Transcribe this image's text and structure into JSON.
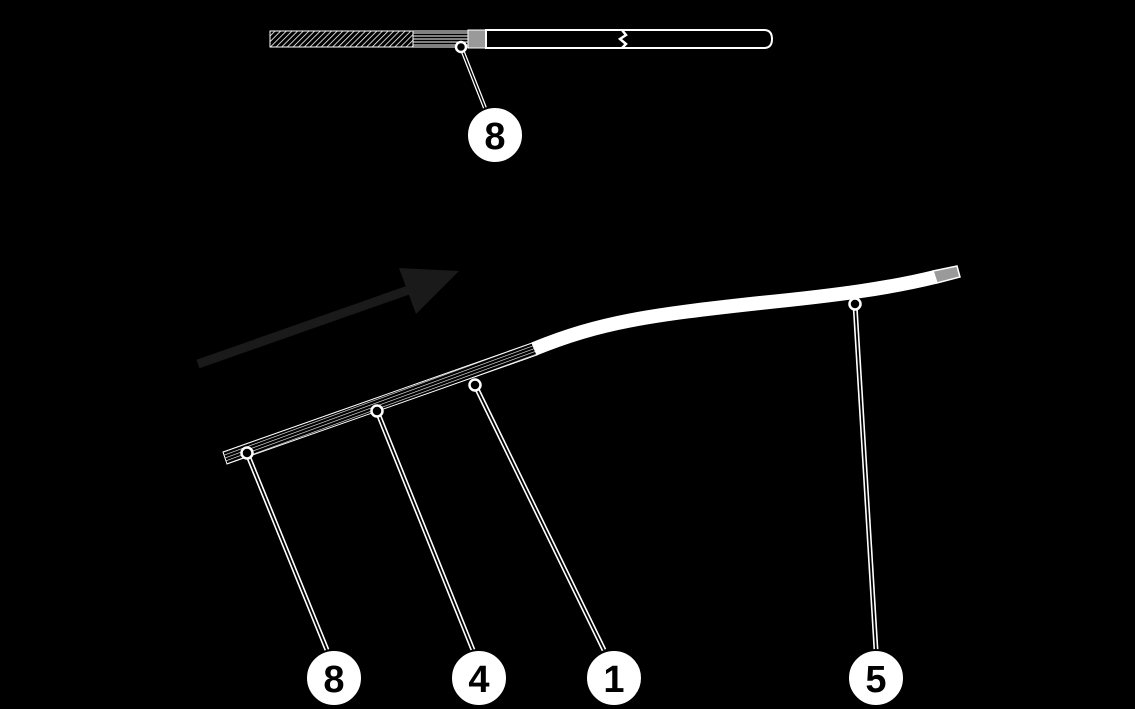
{
  "colors": {
    "background": "#000000",
    "line": "#ffffff",
    "arrow": "#1a1a1a",
    "tip": "#9a9a9a"
  },
  "callouts": {
    "top_8": "8",
    "bottom_8": "8",
    "bottom_4": "4",
    "bottom_1": "1",
    "bottom_5": "5"
  }
}
